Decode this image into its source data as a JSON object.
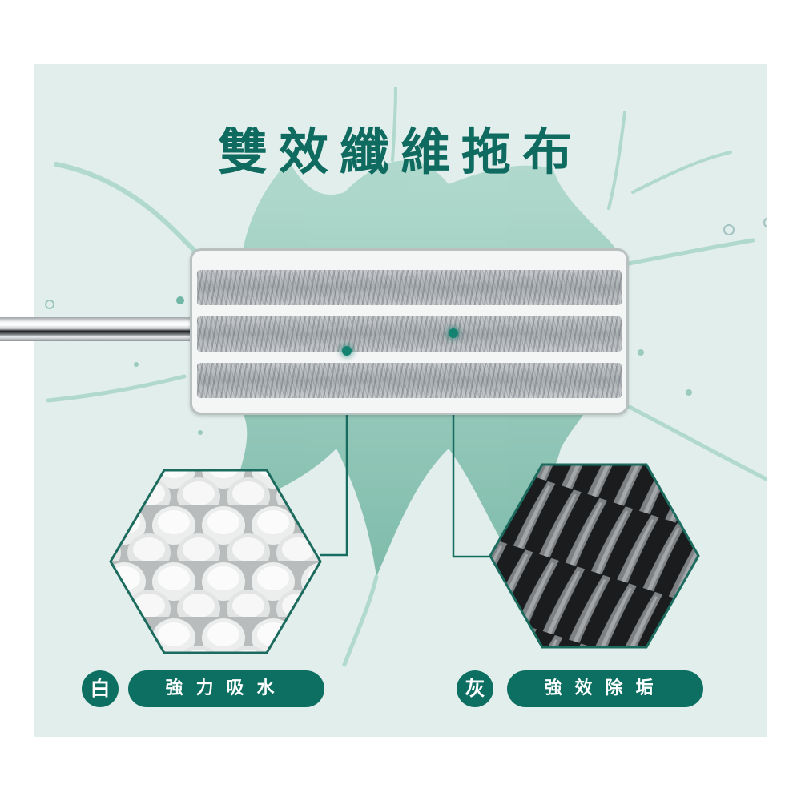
{
  "title": "雙效纖維拖布",
  "colors": {
    "panel_background": "#e1eeeb",
    "accent_teal": "#0f6b60",
    "splash_teal": "#7fbfae",
    "label_text": "#ffffff"
  },
  "product": {
    "item": "mop-pad",
    "handle": "stainless-steel-handle"
  },
  "callouts": [
    {
      "fiber_color": "白",
      "feature": "強力吸水",
      "texture": "white-absorbent-fiber-closeup"
    },
    {
      "fiber_color": "灰",
      "feature": "強效除垢",
      "texture": "gray-scrubbing-fiber-closeup"
    }
  ]
}
